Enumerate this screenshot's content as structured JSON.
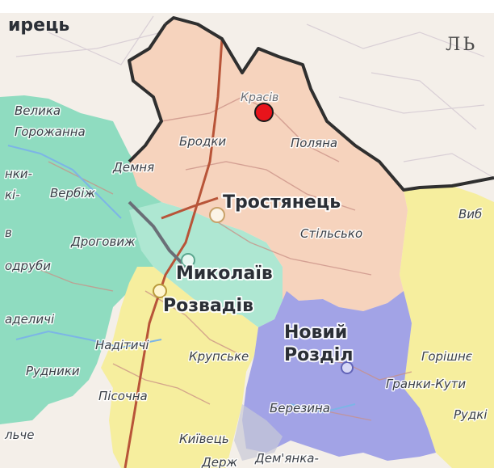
{
  "map": {
    "labels": {
      "yrets": "ирець",
      "lv": "ЛЬ",
      "krasiv": "Красів",
      "velyka": "Велика",
      "horozhanna": "Горожанна",
      "brodky": "Бродки",
      "poliana": "Поляна",
      "demnia": "Демня",
      "verbizh": "Вербіж",
      "vyb": "Виб",
      "ki": "кі-",
      "nky": "нки-",
      "v": "в",
      "stilsko": "Стільсько",
      "drohovyzh": "Дроговиж",
      "odruby": "одруби",
      "adelychi": "аделичі",
      "nadititchi": "Надітичі",
      "krupske": "Крупське",
      "horishnie": "Горішнє",
      "rudnyky": "Рудники",
      "hranky": "Гранки-Кути",
      "pisochna": "Пісочна",
      "berezyna": "Березина",
      "rudk": "Рудкі",
      "lche": "льче",
      "kyivets": "Київець",
      "demianka": "Дем'янка-",
      "derzh": "Держ",
      "trostianets": "Тростянець",
      "mykolaiv": "Миколаїв",
      "rozvadiv": "Розвадів",
      "novyi": "Новий",
      "rozdil": "Розділ"
    },
    "colors": {
      "background": "#f4efe9",
      "trostianets_zone": "#f6d3bd",
      "green_zone": "#8fdcc0",
      "teal_zone": "#aee7d2",
      "yellow_zone": "#f6ee9e",
      "purple_zone": "#a2a3e6",
      "border": "#2f2f2f",
      "marker": "#e8141b"
    }
  }
}
